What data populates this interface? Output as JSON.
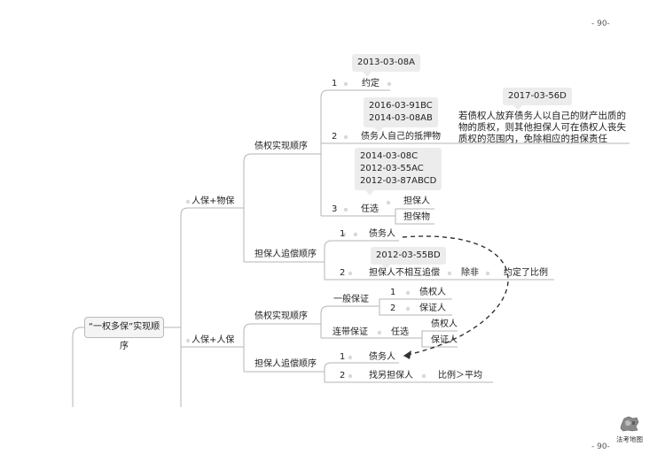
{
  "page": {
    "number_top": "- 90-",
    "number_bottom": "- 90-"
  },
  "root": {
    "label": "“一权多保”实现顺序"
  },
  "branch_a": {
    "label": "人保+物保",
    "order": {
      "label": "债权实现顺序",
      "items": [
        {
          "num": "1",
          "label": "约定",
          "refs": [
            "2013-03-08A"
          ]
        },
        {
          "num": "2",
          "label": "债务人自己的抵押物",
          "refs": [
            "2016-03-91BC",
            "2014-03-08AB"
          ]
        },
        {
          "num": "3",
          "label": "任选",
          "refs": [
            "2014-03-08C",
            "2012-03-55AC",
            "2012-03-87ABCD"
          ],
          "children": [
            "担保人",
            "担保物"
          ]
        }
      ]
    },
    "note": {
      "ref": "2017-03-56D",
      "lines": [
        "若债权人放弃债务人以自己的财产出质的",
        "物的质权，则其他担保人可在债权人丧失",
        "质权的范围内，免除相应的担保责任"
      ]
    },
    "recourse": {
      "label": "担保人追偿顺序",
      "items": [
        {
          "num": "1",
          "label": "债务人"
        },
        {
          "num": "2",
          "label": "担保人不相互追偿",
          "ref": "2012-03-55BD",
          "except": "除非",
          "result": "约定了比例"
        }
      ]
    }
  },
  "branch_b": {
    "label": "人保+人保",
    "order": {
      "label": "债权实现顺序",
      "general": {
        "label": "一般保证",
        "items": [
          {
            "num": "1",
            "label": "债权人"
          },
          {
            "num": "2",
            "label": "保证人"
          }
        ]
      },
      "joint": {
        "label": "连带保证",
        "choice": "任选",
        "children": [
          "债权人",
          "保证人"
        ]
      }
    },
    "recourse": {
      "label": "担保人追偿顺序",
      "items": [
        {
          "num": "1",
          "label": "债务人"
        },
        {
          "num": "2",
          "label": "找另担保人",
          "result": "比例＞平均"
        }
      ]
    }
  },
  "logo": {
    "text": "法考地图"
  },
  "colors": {
    "line": "#b5b5b5",
    "callout": "#ececec",
    "dashed": "#333333"
  }
}
